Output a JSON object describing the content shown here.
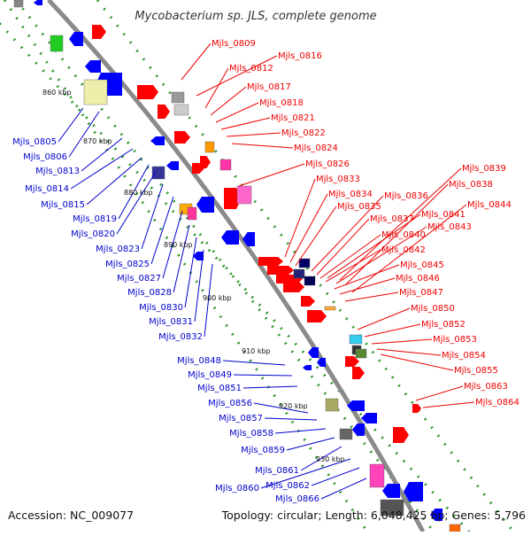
{
  "title": "Mycobacterium sp. JLS, complete genome",
  "accession_text": "Accession: NC_009077",
  "topology_text": "Topology: circular; Length: 6,048,425 bp; Genes: 5,796",
  "colors": {
    "backbone": "#8a8a8a",
    "dots": "#339933",
    "forward_label": "#ee0000",
    "reverse_label": "#0000cc",
    "forward_gene": "#ff0000",
    "reverse_gene": "#0000ff"
  },
  "ticks": [
    "860 kbp",
    "870 kbp",
    "880 kbp",
    "890 kbp",
    "900 kbp",
    "910 kbp",
    "920 kbp",
    "930 kbp"
  ],
  "forward_labels": [
    "Mjls_0809",
    "Mjls_0816",
    "Mjls_0812",
    "Mjls_0817",
    "Mjls_0818",
    "Mjls_0821",
    "Mjls_0822",
    "Mjls_0824",
    "Mjls_0826",
    "Mjls_0839",
    "Mjls_0838",
    "Mjls_0833",
    "Mjls_0834",
    "Mjls_0836",
    "Mjls_0844",
    "Mjls_0835",
    "Mjls_0837",
    "Mjls_0841",
    "Mjls_0843",
    "Mjls_0840",
    "Mjls_0842",
    "Mjls_0845",
    "Mjls_0846",
    "Mjls_0847",
    "Mjls_0850",
    "Mjls_0852",
    "Mjls_0853",
    "Mjls_0854",
    "Mjls_0855",
    "Mjls_0863",
    "Mjls_0864"
  ],
  "reverse_labels": [
    "Mjls_0805",
    "Mjls_0806",
    "Mjls_0813",
    "Mjls_0814",
    "Mjls_0815",
    "Mjls_0819",
    "Mjls_0820",
    "Mjls_0823",
    "Mjls_0825",
    "Mjls_0827",
    "Mjls_0828",
    "Mjls_0830",
    "Mjls_0831",
    "Mjls_0832",
    "Mjls_0848",
    "Mjls_0849",
    "Mjls_0851",
    "Mjls_0856",
    "Mjls_0857",
    "Mjls_0858",
    "Mjls_0859",
    "Mjls_0861",
    "Mjls_0860",
    "Mjls_0862",
    "Mjls_0866"
  ]
}
